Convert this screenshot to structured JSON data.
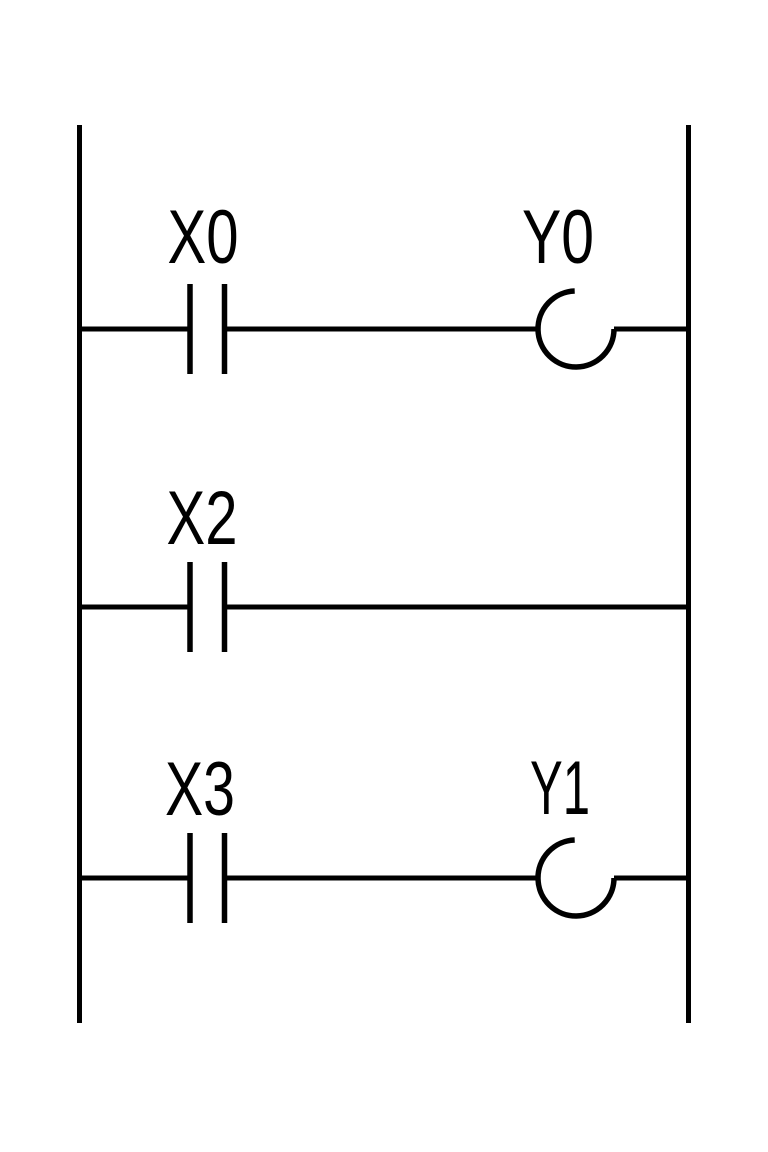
{
  "diagram": {
    "type": "ladder-logic",
    "colors": {
      "background": "#ffffff",
      "line": "#000000"
    },
    "rails": {
      "left": "left-power-rail",
      "right": "right-power-rail"
    },
    "rungs": [
      {
        "contact": {
          "label": "X0",
          "type": "normally-open-contact"
        },
        "coil": {
          "label": "Y0",
          "type": "output-coil"
        }
      },
      {
        "contact": {
          "label": "X2",
          "type": "normally-open-contact"
        },
        "coil": null
      },
      {
        "contact": {
          "label": "X3",
          "type": "normally-open-contact"
        },
        "coil": {
          "label": "Y1",
          "type": "output-coil"
        }
      }
    ]
  }
}
